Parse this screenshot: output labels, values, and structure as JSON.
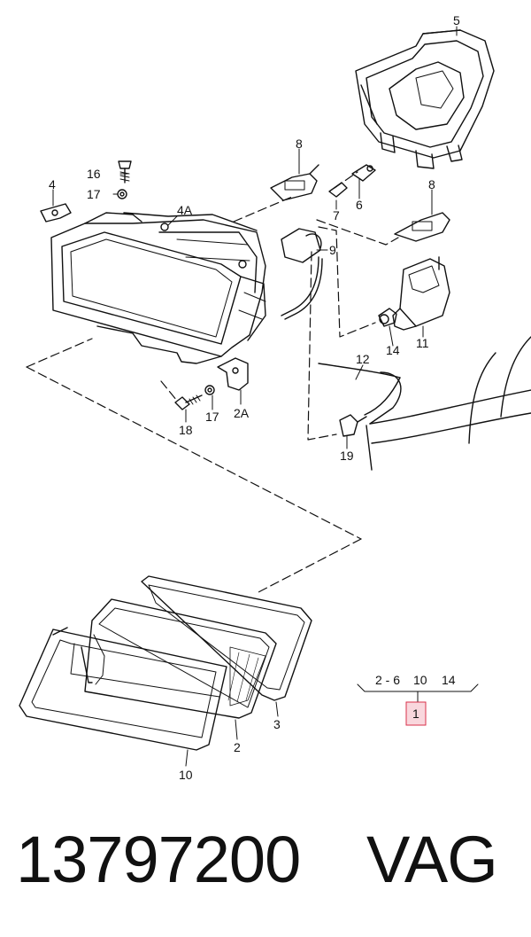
{
  "callouts": {
    "c5": "5",
    "c8a": "8",
    "c16": "16",
    "c4": "4",
    "c17a": "17",
    "c4A": "4A",
    "c7": "7",
    "c6": "6",
    "c8b": "8",
    "c9": "9",
    "c11": "11",
    "c14": "14",
    "c12": "12",
    "c18": "18",
    "c17b": "17",
    "c2A": "2A",
    "c19": "19",
    "c3": "3",
    "c2": "2",
    "c10": "10"
  },
  "legend": {
    "items": [
      "2 - 6",
      "10",
      "14"
    ],
    "box_label": "1"
  },
  "footer": {
    "part_number": "13797200",
    "brand": "VAG"
  }
}
